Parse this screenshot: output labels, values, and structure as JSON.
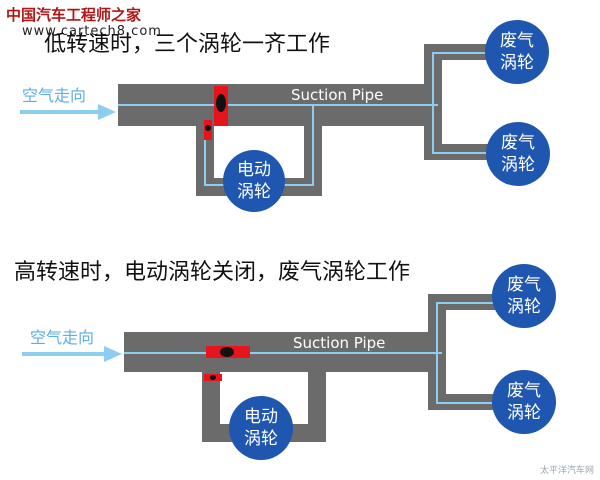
{
  "watermark": {
    "brand": "中国汽车工程师之家",
    "url": "www.cartech8.com",
    "corner": "太平洋汽车网"
  },
  "top_diagram": {
    "heading": "低转速时，三个涡轮一齐工作",
    "air_label": "空气走向",
    "pipe_label": "Suction Pipe",
    "electric_turbo": "电动\n涡轮",
    "exhaust_turbo_1": "废气\n涡轮",
    "exhaust_turbo_2": "废气\n涡轮"
  },
  "bottom_diagram": {
    "heading": "高转速时，电动涡轮关闭，废气涡轮工作",
    "air_label": "空气走向",
    "pipe_label": "Suction Pipe",
    "electric_turbo": "电动\n涡轮",
    "exhaust_turbo_1": "废气\n涡轮",
    "exhaust_turbo_2": "废气\n涡轮"
  },
  "colors": {
    "pipe": "#6b6b6b",
    "flow": "#8ecdf2",
    "turbo": "#1e56b0",
    "valve": "#e8141b",
    "air_text": "#5eaee6"
  }
}
